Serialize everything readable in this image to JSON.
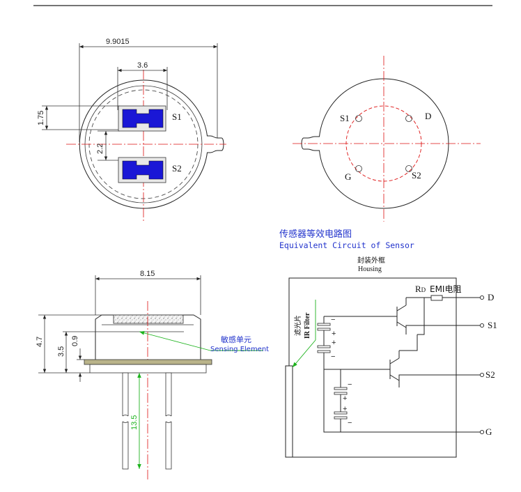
{
  "top_view": {
    "dims": {
      "width": "9.9015",
      "pitch": "3.6",
      "height": "1.75",
      "gap": "2.2"
    },
    "labels": {
      "s1": "S1",
      "s2": "S2"
    },
    "colors": {
      "element": "#1a17d6",
      "element_frame": "#e6e6e6"
    }
  },
  "bottom_view": {
    "labels": {
      "s1": "S1",
      "d": "D",
      "g": "G",
      "s2": "S2"
    }
  },
  "side_view": {
    "dims": {
      "can_width": "8.15",
      "height": "4.7",
      "h2": "3.5",
      "h3": "0.9",
      "lead": "13.5"
    },
    "annotation_cn": "敏感单元",
    "annotation_en": "Sensing Element",
    "colors": {
      "annotation": "#2233cc",
      "leader": "#1db31d",
      "base": "#b9b38a"
    }
  },
  "circuit": {
    "title_cn": "传感器等效电路图",
    "title_en": "Equivalent Circuit of Sensor",
    "housing_cn": "封装外框",
    "housing_en": "Housing",
    "filter_cn": "滤光片",
    "filter_en": "IR Filter",
    "rd_label": "R",
    "rd_sub": "D",
    "emi_label": "EMI电阻",
    "terminals": {
      "d": "D",
      "s1": "S1",
      "s2": "S2",
      "g": "G"
    },
    "plus": "+",
    "minus": "−",
    "colors": {
      "title": "#2233cc"
    }
  }
}
